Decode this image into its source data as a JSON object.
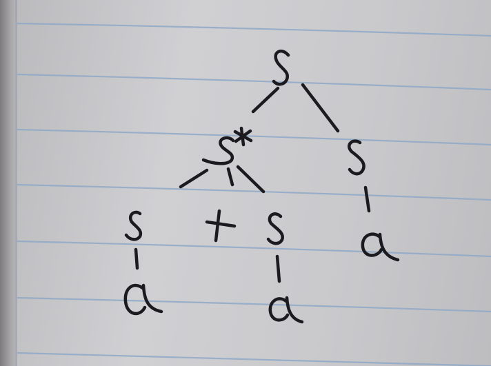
{
  "diagram": {
    "type": "parse-tree",
    "nodes": [
      {
        "id": "root",
        "label": "S"
      },
      {
        "id": "s-star",
        "label": "S*"
      },
      {
        "id": "s-right",
        "label": "S"
      },
      {
        "id": "s-left-leaf",
        "label": "S"
      },
      {
        "id": "plus",
        "label": "+"
      },
      {
        "id": "s-mid-leaf",
        "label": "S"
      },
      {
        "id": "a-right",
        "label": "a"
      },
      {
        "id": "a-left",
        "label": "a"
      },
      {
        "id": "a-mid",
        "label": "a"
      }
    ],
    "edges": [
      [
        "root",
        "s-star"
      ],
      [
        "root",
        "s-right"
      ],
      [
        "s-star",
        "s-left-leaf"
      ],
      [
        "s-star",
        "plus"
      ],
      [
        "s-star",
        "s-mid-leaf"
      ],
      [
        "s-right",
        "a-right"
      ],
      [
        "s-left-leaf",
        "a-left"
      ],
      [
        "s-mid-leaf",
        "a-mid"
      ]
    ]
  },
  "colors": {
    "ink": "#1b1b1f",
    "ruled_line": "#8fa8c7",
    "paper": "#cfcfd2"
  }
}
